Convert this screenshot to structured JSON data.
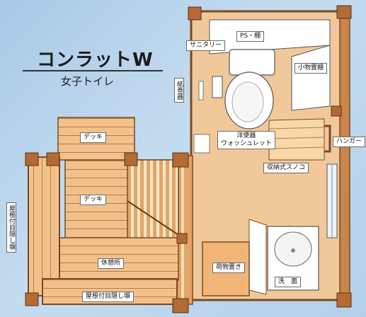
{
  "title": "コンラットW",
  "subtitle": "女子トイレ",
  "labels": {
    "ps_shelf": "PS・棚",
    "sanitary": "サニタリー",
    "small_item_shelf": "小物置棚",
    "paper_holder": "紙巻器",
    "toilet": "洋便器\nウォッシュレット",
    "hanger": "ハンガー",
    "storage_sunoko": "収納式スノコ",
    "deck_top": "デッキ",
    "deck_mid": "デッキ",
    "rest_area": "休憩所",
    "roof_screen_left": "屋根付目隠し塀",
    "roof_screen_bottom": "屋根付目隠し塀",
    "luggage": "荷物置き",
    "washbasin": "洗　面"
  },
  "colors": {
    "floor": "#f0c89a",
    "deck": "#f2c18b",
    "wood_dark": "#b36a34",
    "wood_mid": "#d08a4e",
    "wall_outline": "#7a4a22",
    "fixture_white": "#ffffff"
  }
}
